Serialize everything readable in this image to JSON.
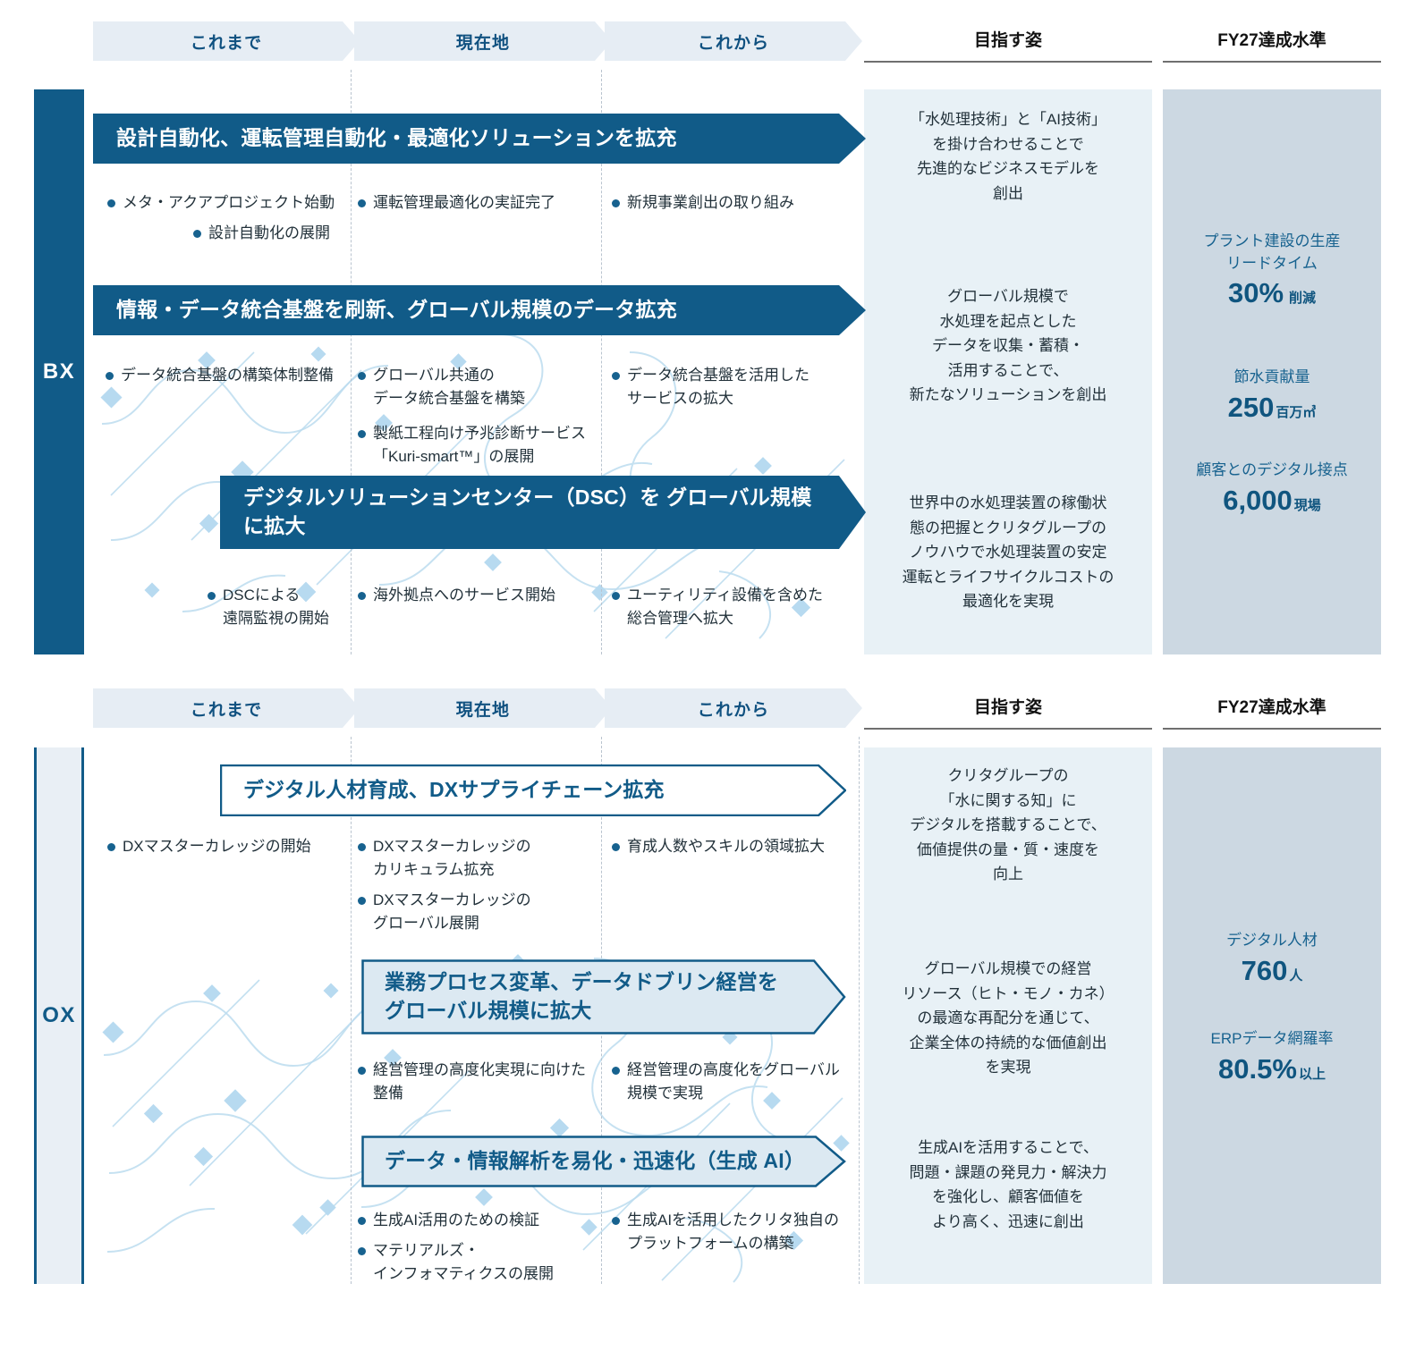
{
  "columns": {
    "phases": [
      "これまで",
      "現在地",
      "これから"
    ],
    "aspiration_header": "目指す姿",
    "kpi_header": "FY27達成水準"
  },
  "sections": [
    {
      "id": "bx",
      "rail_label": "BX",
      "rail_style": "filled",
      "banners": [
        {
          "id": "bx-banner-1",
          "style": "solid",
          "lines": [
            "設計自動化、運転管理自動化・最適化ソリューションを拡充"
          ]
        },
        {
          "id": "bx-banner-2",
          "style": "solid",
          "lines": [
            "情報・データ統合基盤を刷新、グローバル規模のデータ拡充"
          ]
        },
        {
          "id": "bx-banner-3",
          "style": "solid",
          "lines": [
            "デジタルソリューションセンター（DSC）を",
            "グローバル規模に拡大"
          ]
        }
      ],
      "bullets": [
        {
          "id": "bx-b1-p1-1",
          "lines": [
            "メタ・アクアプロジェクト始動"
          ]
        },
        {
          "id": "bx-b1-p1-2",
          "lines": [
            "設計自動化の展開"
          ]
        },
        {
          "id": "bx-b1-p2-1",
          "lines": [
            "運転管理最適化の実証完了"
          ]
        },
        {
          "id": "bx-b1-p3-1",
          "lines": [
            "新規事業創出の取り組み"
          ]
        },
        {
          "id": "bx-b2-p1-1",
          "lines": [
            "データ統合基盤の構築体制整備"
          ]
        },
        {
          "id": "bx-b2-p2-1",
          "lines": [
            "グローバル共通の",
            "データ統合基盤を構築"
          ]
        },
        {
          "id": "bx-b2-p2-2",
          "lines": [
            "製紙工程向け予兆診断サービス",
            "「Kuri-smart™」の展開"
          ]
        },
        {
          "id": "bx-b2-p3-1",
          "lines": [
            "データ統合基盤を活用した",
            "サービスの拡大"
          ]
        },
        {
          "id": "bx-b3-p1-1",
          "lines": [
            "DSCによる",
            "遠隔監視の開始"
          ]
        },
        {
          "id": "bx-b3-p2-1",
          "lines": [
            "海外拠点へのサービス開始"
          ]
        },
        {
          "id": "bx-b3-p3-1",
          "lines": [
            "ユーティリティ設備を含めた",
            "総合管理へ拡大"
          ]
        }
      ],
      "aspirations": [
        {
          "id": "bx-aspire-1",
          "lines": [
            "「水処理技術」と「AI技術」",
            "を掛け合わせることで",
            "先進的なビジネスモデルを",
            "創出"
          ]
        },
        {
          "id": "bx-aspire-2",
          "lines": [
            "グローバル規模で",
            "水処理を起点とした",
            "データを収集・蓄積・",
            "活用することで、",
            "新たなソリューションを創出"
          ]
        },
        {
          "id": "bx-aspire-3",
          "lines": [
            "世界中の水処理装置の稼働状",
            "態の把握とクリタグループの",
            "ノウハウで水処理装置の安定",
            "運転とライフサイクルコストの",
            "最適化を実現"
          ]
        }
      ],
      "kpis": [
        {
          "id": "bx-kpi-1",
          "label_lines": [
            "プラント建設の生産",
            "リードタイム"
          ],
          "value": "30%",
          "unit": "削減",
          "unit_spaced": true
        },
        {
          "id": "bx-kpi-2",
          "label_lines": [
            "節水貢献量"
          ],
          "value": "250",
          "unit": "百万㎥",
          "unit_spaced": false
        },
        {
          "id": "bx-kpi-3",
          "label_lines": [
            "顧客とのデジタル接点"
          ],
          "value": "6,000",
          "unit": "現場",
          "unit_spaced": false
        }
      ]
    },
    {
      "id": "ox",
      "rail_label": "OX",
      "rail_style": "outlined",
      "banners": [
        {
          "id": "ox-banner-1",
          "style": "outline",
          "lines": [
            "デジタル人材育成、DXサプライチェーン拡充"
          ]
        },
        {
          "id": "ox-banner-2",
          "style": "outline",
          "lines": [
            "業務プロセス変革、データドブリン経営を",
            "グローバル規模に拡大"
          ]
        },
        {
          "id": "ox-banner-3",
          "style": "outline",
          "lines": [
            "データ・情報解析を易化・迅速化（生成 AI）"
          ]
        }
      ],
      "bullets": [
        {
          "id": "ox-b1-p1-1",
          "lines": [
            "DXマスターカレッジの開始"
          ]
        },
        {
          "id": "ox-b1-p2-1",
          "lines": [
            "DXマスターカレッジの",
            "カリキュラム拡充"
          ]
        },
        {
          "id": "ox-b1-p2-2",
          "lines": [
            "DXマスターカレッジの",
            "グローバル展開"
          ]
        },
        {
          "id": "ox-b1-p3-1",
          "lines": [
            "育成人数やスキルの領域拡大"
          ]
        },
        {
          "id": "ox-b2-p2-1",
          "lines": [
            "経営管理の高度化実現に向けた",
            "整備"
          ]
        },
        {
          "id": "ox-b2-p3-1",
          "lines": [
            "経営管理の高度化をグローバル",
            "規模で実現"
          ]
        },
        {
          "id": "ox-b3-p2-1",
          "lines": [
            "生成AI活用のための検証"
          ]
        },
        {
          "id": "ox-b3-p2-2",
          "lines": [
            "マテリアルズ・",
            "インフォマティクスの展開"
          ]
        },
        {
          "id": "ox-b3-p3-1",
          "lines": [
            "生成AIを活用したクリタ独自の",
            "プラットフォームの構築"
          ]
        }
      ],
      "aspirations": [
        {
          "id": "ox-aspire-1",
          "lines": [
            "クリタグループの",
            "「水に関する知」に",
            "デジタルを搭載することで、",
            "価値提供の量・質・速度を",
            "向上"
          ]
        },
        {
          "id": "ox-aspire-2",
          "lines": [
            "グローバル規模での経営",
            "リソース（ヒト・モノ・カネ）",
            "の最適な再配分を通じて、",
            "企業全体の持続的な価値創出",
            "を実現"
          ]
        },
        {
          "id": "ox-aspire-3",
          "lines": [
            "生成AIを活用することで、",
            "問題・課題の発見力・解決力",
            "を強化し、顧客価値を",
            "より高く、迅速に創出"
          ]
        }
      ],
      "kpis": [
        {
          "id": "ox-kpi-1",
          "label_lines": [
            "デジタル人材"
          ],
          "value": "760",
          "unit": "人",
          "unit_spaced": false
        },
        {
          "id": "ox-kpi-2",
          "label_lines": [
            "ERPデータ網羅率"
          ],
          "value": "80.5%",
          "unit": "以上",
          "unit_spaced": false
        }
      ]
    }
  ],
  "colors": {
    "brand_dark": "#115b88",
    "brand_mid": "#17628f",
    "chip_bg": "#e6edf4",
    "aspire_bg": "#e8f1f6",
    "kpi_bg": "#ccd8e2",
    "deco": "#bcdcef"
  }
}
